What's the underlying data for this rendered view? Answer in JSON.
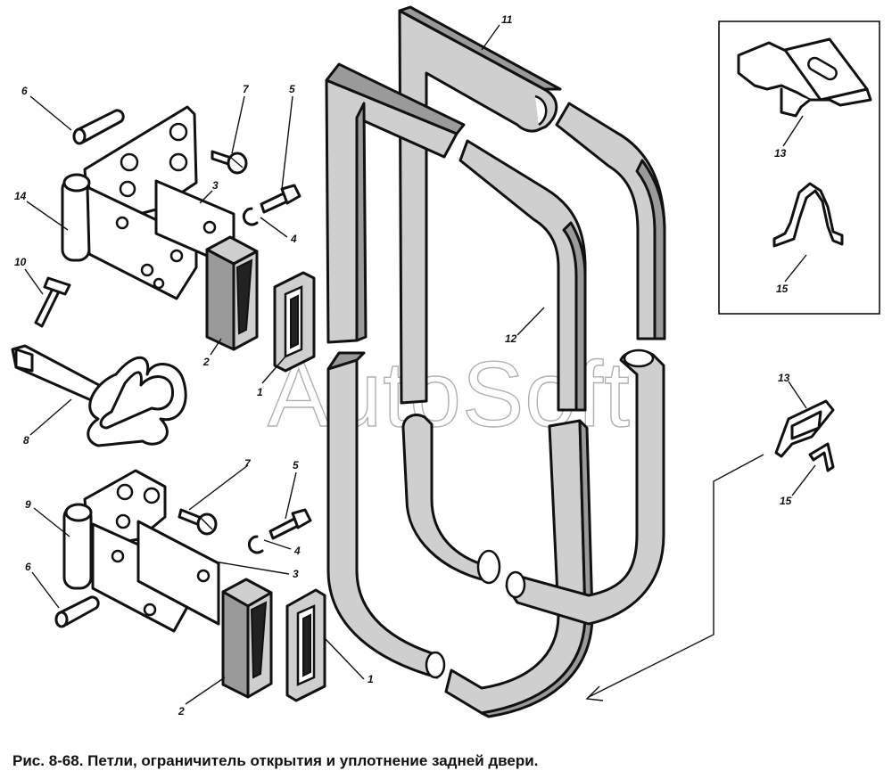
{
  "caption": "Рис. 8-68. Петли, ограничитель открытия и уплотнение задней двери.",
  "watermark": "AutoSoft",
  "callouts": {
    "upper_pin": "6",
    "upper_screw": "7",
    "upper_bolt": "5",
    "upper_plate": "3",
    "upper_washer": "4",
    "upper_hinge": "14",
    "upper_rivet": "10",
    "upper_block": "2",
    "upper_bracket": "1",
    "limiter": "8",
    "lower_hinge": "9",
    "lower_screw": "7",
    "lower_bolt": "5",
    "lower_washer": "4",
    "lower_plate": "3",
    "lower_pin": "6",
    "lower_block": "2",
    "lower_bracket": "1",
    "seal_upper": "11",
    "seal_middle": "12",
    "inset_clip": "13",
    "inset_spring": "15",
    "detail_clip": "13",
    "detail_spring": "15"
  }
}
